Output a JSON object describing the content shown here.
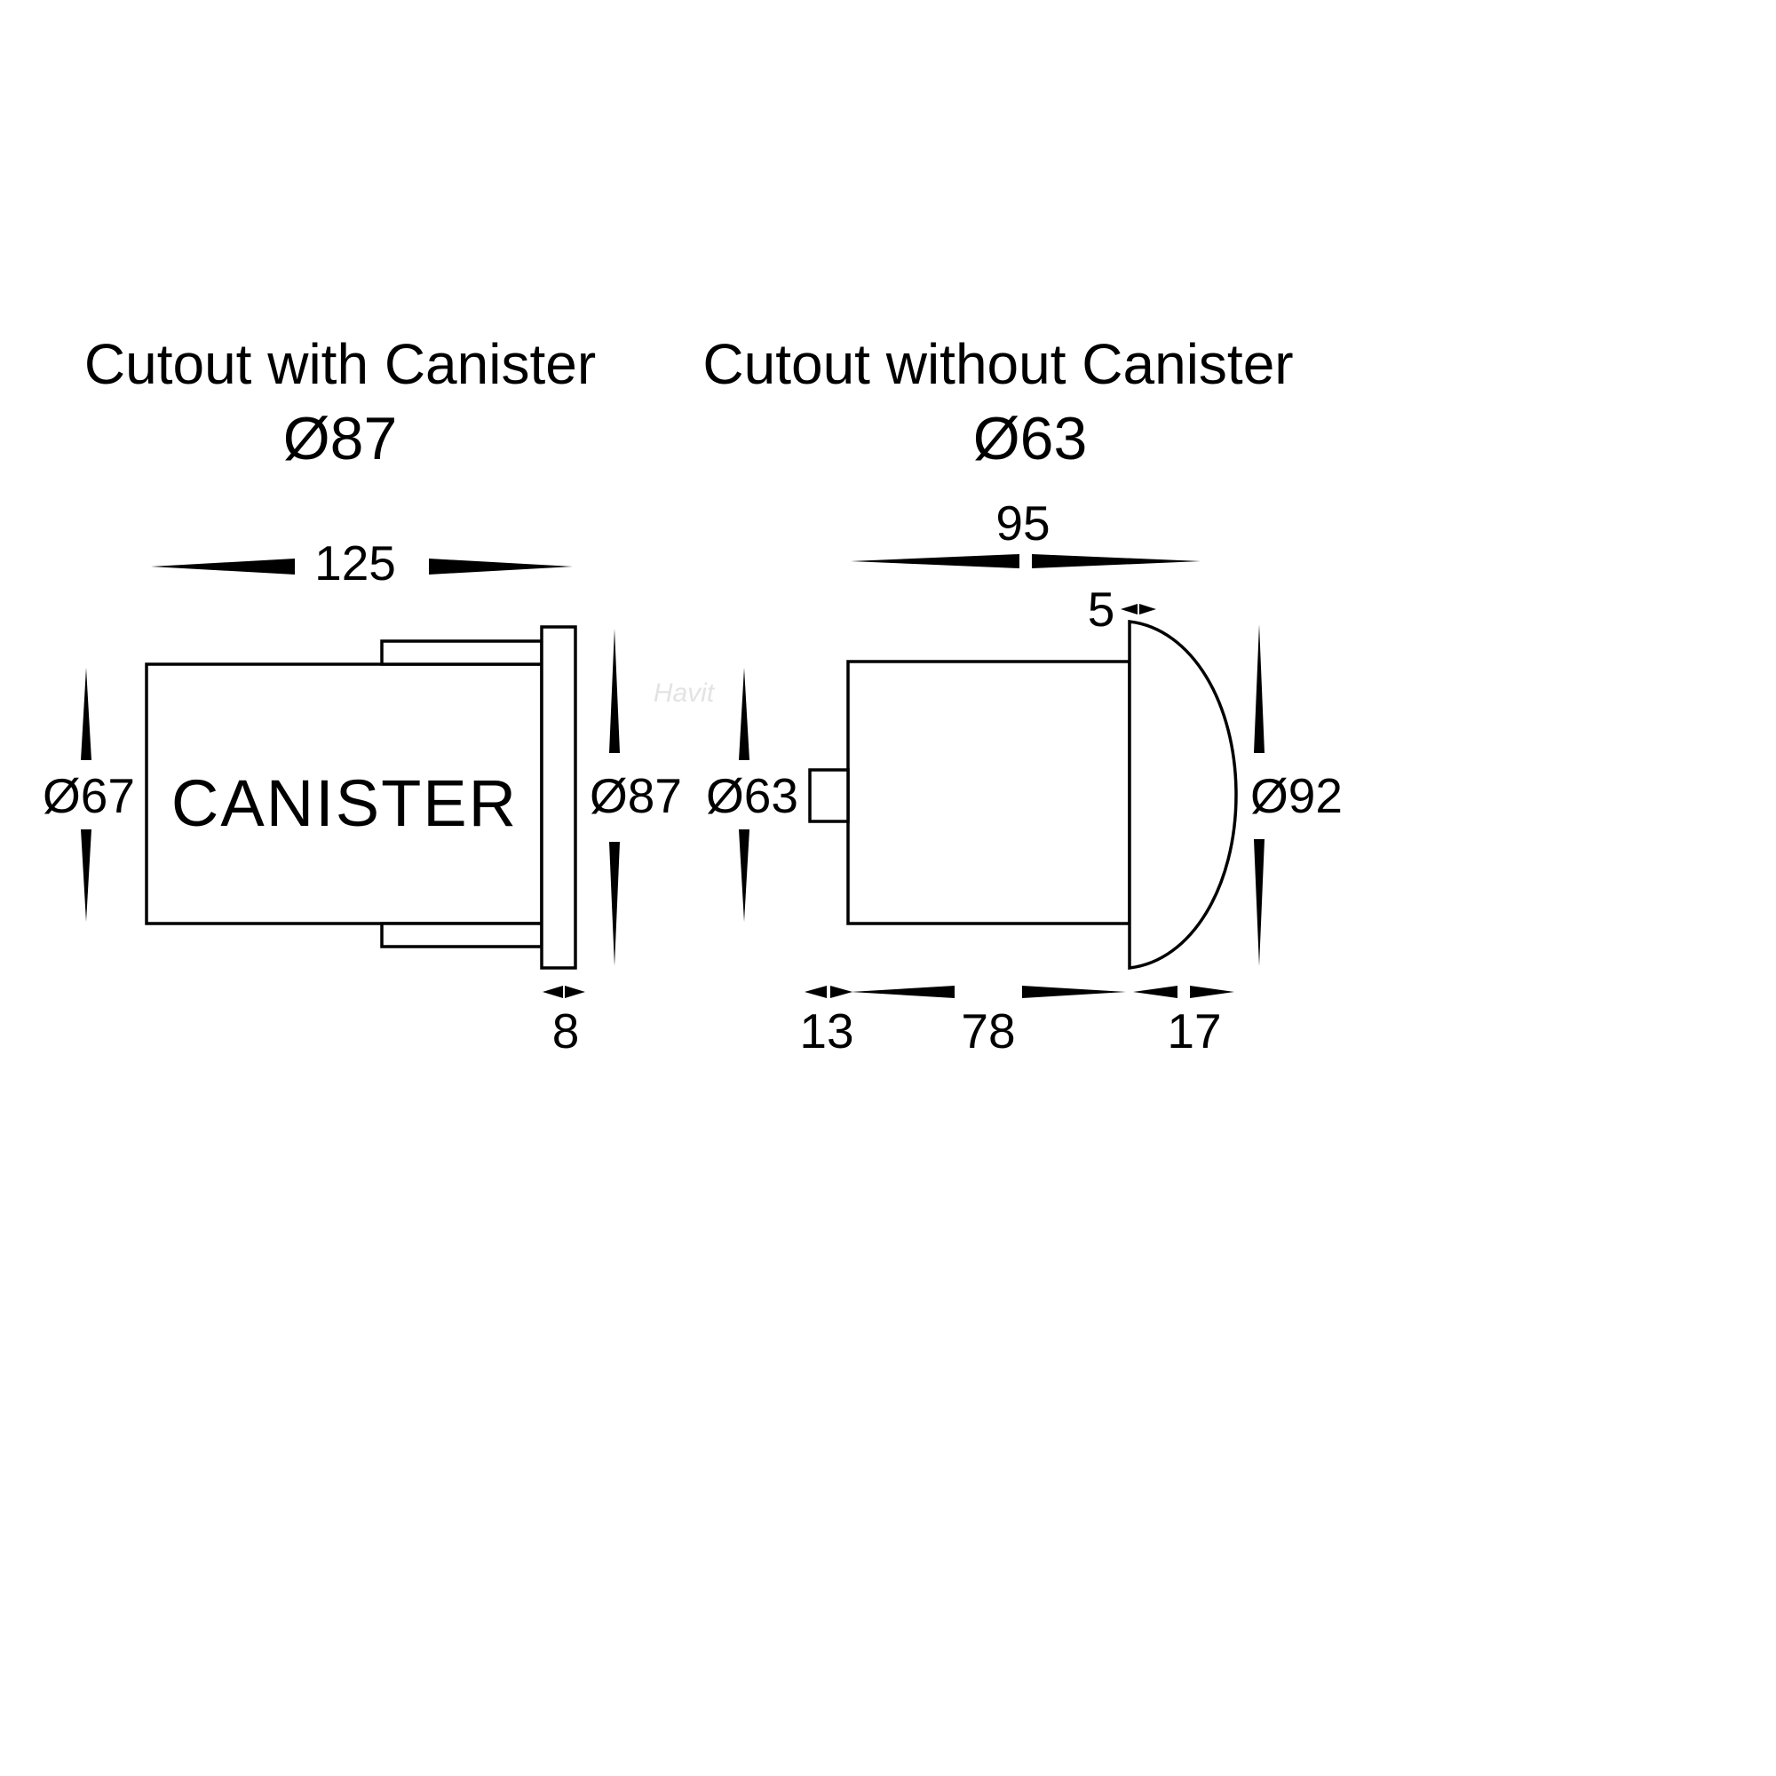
{
  "diagram_type": "technical-dimension-drawing",
  "colors": {
    "line": "#000000",
    "background": "#ffffff",
    "watermark": "#e3e3e3"
  },
  "left": {
    "title": "Cutout with Canister",
    "cutout_diameter": "Ø87",
    "body_label": "CANISTER",
    "dims": {
      "overall_length": "125",
      "body_diameter": "Ø67",
      "faceplate_diameter": "Ø87",
      "faceplate_thickness": "8"
    }
  },
  "right": {
    "title": "Cutout without Canister",
    "cutout_diameter": "Ø63",
    "dims": {
      "overall_length": "95",
      "lip": "5",
      "body_diameter": "Ø63",
      "dome_diameter": "Ø92",
      "tab_length": "13",
      "body_length": "78",
      "dome_length": "17"
    }
  },
  "watermark": "Havit"
}
